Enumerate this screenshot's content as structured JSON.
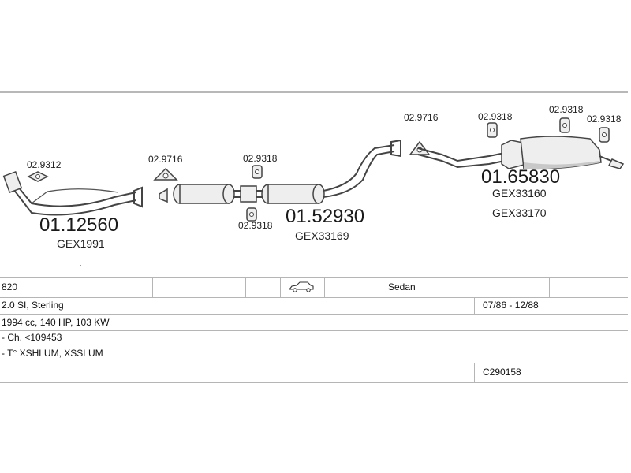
{
  "diagram": {
    "assemblies": [
      {
        "part_number": "01.12560",
        "ref": "GEX1991"
      },
      {
        "part_number": "01.52930",
        "ref": "GEX33169"
      },
      {
        "part_number": "01.65830",
        "ref": "GEX33160",
        "ref2": "GEX33170"
      }
    ],
    "gaskets": [
      "02.9312",
      "02.9716",
      "02.9318",
      "02.9318",
      "02.9716",
      "02.9318",
      "02.9318",
      "02.9318"
    ]
  },
  "table": {
    "model": "820",
    "body_type": "Sedan",
    "engine_name": "2.0 SI, Sterling",
    "years": "07/86 - 12/88",
    "engine_specs": "1994 cc, 140 HP, 103 KW",
    "chassis": "- Ch. <109453",
    "type_codes": "- T° XSHLUM, XSSLUM",
    "catalog_code": "C290158"
  },
  "icons": {
    "car": "car-sedan-icon"
  }
}
